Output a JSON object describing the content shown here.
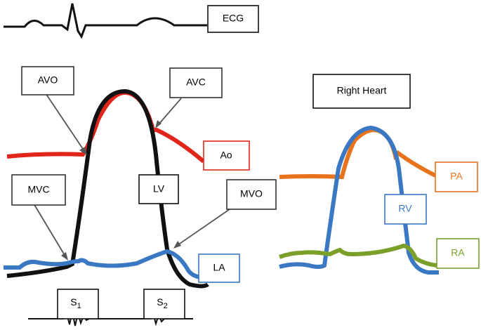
{
  "labels": {
    "ecg": "ECG",
    "avo": "AVO",
    "avc": "AVC",
    "ao": "Ao",
    "mvc": "MVC",
    "lv": "LV",
    "mvo": "MVO",
    "la": "LA",
    "right_heart": "Right Heart",
    "pa": "PA",
    "rv": "RV",
    "ra": "RA",
    "s1": "S",
    "s1_sub": "1",
    "s2": "S",
    "s2_sub": "2"
  },
  "colors": {
    "ecg": "#111111",
    "lv": "#111111",
    "ao": "#e0261b",
    "la": "#3a78c3",
    "rv": "#3a78c3",
    "pa": "#e8731d",
    "ra": "#7aa02a",
    "box": "#333333"
  }
}
